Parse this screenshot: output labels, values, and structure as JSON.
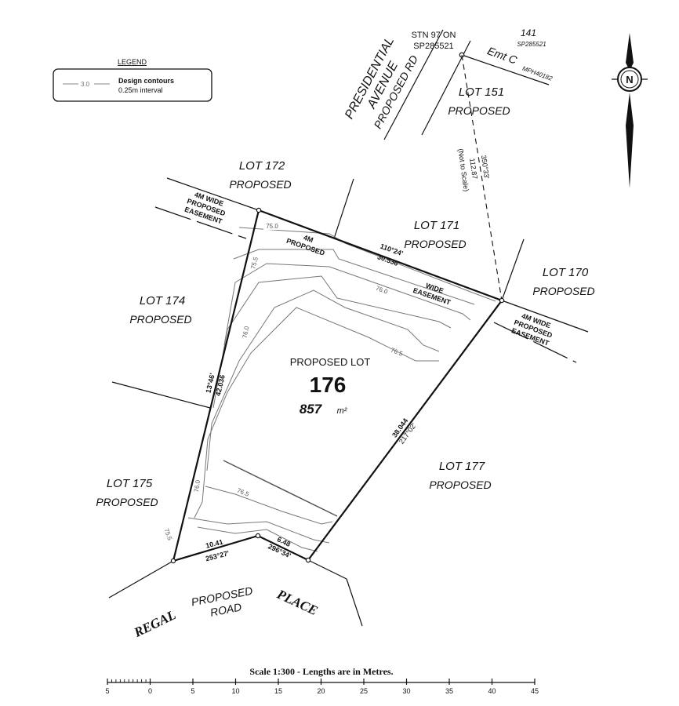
{
  "legend": {
    "title": "LEGEND",
    "sample_label": "3.0",
    "line1": "Design contours",
    "line2": "0.25m interval"
  },
  "north": {
    "letter": "N"
  },
  "road": {
    "line1": "PRESIDENTIAL",
    "line2": "AVENUE",
    "line3": "PROPOSED RD"
  },
  "station": {
    "line1": "STN 97 ON",
    "line2": "SP285521"
  },
  "lot141": {
    "number": "141",
    "plan": "SP285521"
  },
  "emt": {
    "label": "Emt C",
    "ref": "MPH40182"
  },
  "tie": {
    "length": "350°33'",
    "bearing": "112.87",
    "note": "(Not to Scale)"
  },
  "lots": {
    "l151": {
      "name": "LOT 151",
      "status": "PROPOSED"
    },
    "l172": {
      "name": "LOT 172",
      "status": "PROPOSED"
    },
    "l171": {
      "name": "LOT 171",
      "status": "PROPOSED"
    },
    "l170": {
      "name": "LOT 170",
      "status": "PROPOSED"
    },
    "l174": {
      "name": "LOT 174",
      "status": "PROPOSED"
    },
    "l175": {
      "name": "LOT 175",
      "status": "PROPOSED"
    },
    "l177": {
      "name": "LOT 177",
      "status": "PROPOSED"
    }
  },
  "easement_left": {
    "line1": "4M WIDE",
    "line2": "PROPOSED",
    "line3": "EASEMENT"
  },
  "easement_mid": {
    "line1": "4M",
    "line2": "PROPOSED"
  },
  "easement_mid2": {
    "line1": "WIDE",
    "line2": "EASEMENT"
  },
  "easement_right": {
    "line1": "4M WIDE",
    "line2": "PROPOSED",
    "line3": "EASEMENT"
  },
  "subject": {
    "label": "PROPOSED LOT",
    "number": "176",
    "area": "857",
    "area_unit": "m²"
  },
  "dims": {
    "top_bearing": "110°24'",
    "top_length": "30.536",
    "right_length": "38.044",
    "right_bearing": "217°02'",
    "left_bearing": "13°46'",
    "left_length": "42.036",
    "bl_length": "10.41",
    "bl_bearing": "253°27'",
    "br_length": "6.48",
    "br_bearing": "296°34'"
  },
  "contours": {
    "c1": "75.0",
    "c2": "75.5",
    "c3": "76.0",
    "c4": "76.0",
    "c5": "76.5",
    "c6": "76.5",
    "c7": "76.0",
    "c8": "75.5"
  },
  "regal": {
    "word1": "REGAL",
    "word2": "PLACE",
    "line1": "PROPOSED",
    "line2": "ROAD"
  },
  "scale": {
    "title": "Scale 1:300 - Lengths are in Metres.",
    "ticks": [
      "5",
      "0",
      "5",
      "10",
      "15",
      "20",
      "25",
      "30",
      "35",
      "40",
      "45"
    ]
  }
}
